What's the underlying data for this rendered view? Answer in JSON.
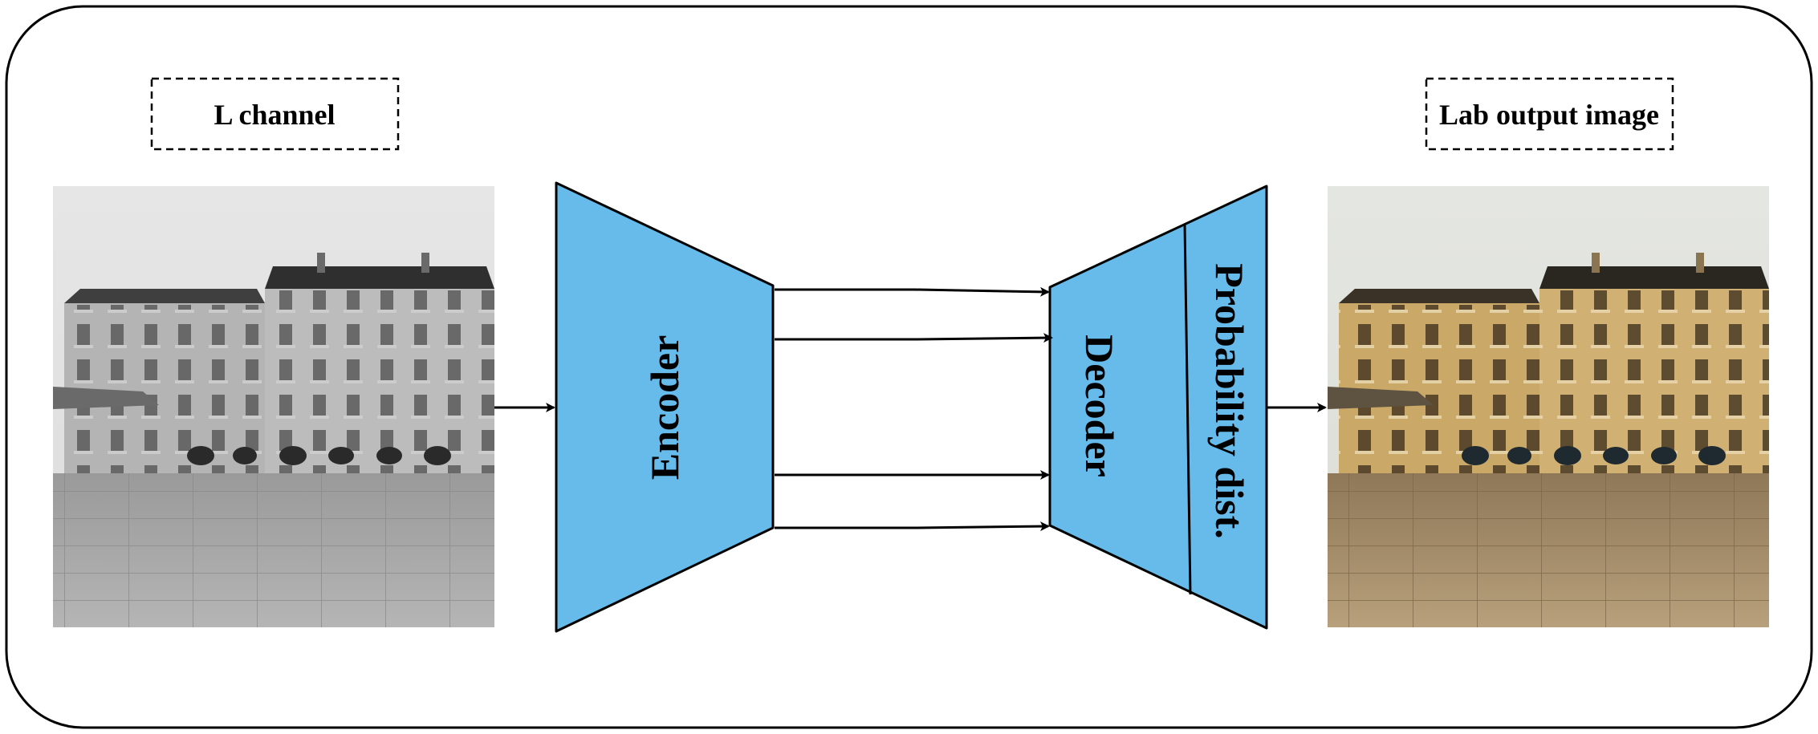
{
  "labels": {
    "input": "L channel",
    "output": "Lab output image",
    "encoder": "Encoder",
    "decoder": "Decoder",
    "probability": "Probability dist."
  },
  "colors": {
    "block_fill": "#66BBEB",
    "stroke": "#000000",
    "background": "#ffffff"
  },
  "images": {
    "input": "grayscale building photograph (Parisian facade, paved plaza)",
    "output": "colorized building photograph (golden facade, paved plaza)"
  }
}
